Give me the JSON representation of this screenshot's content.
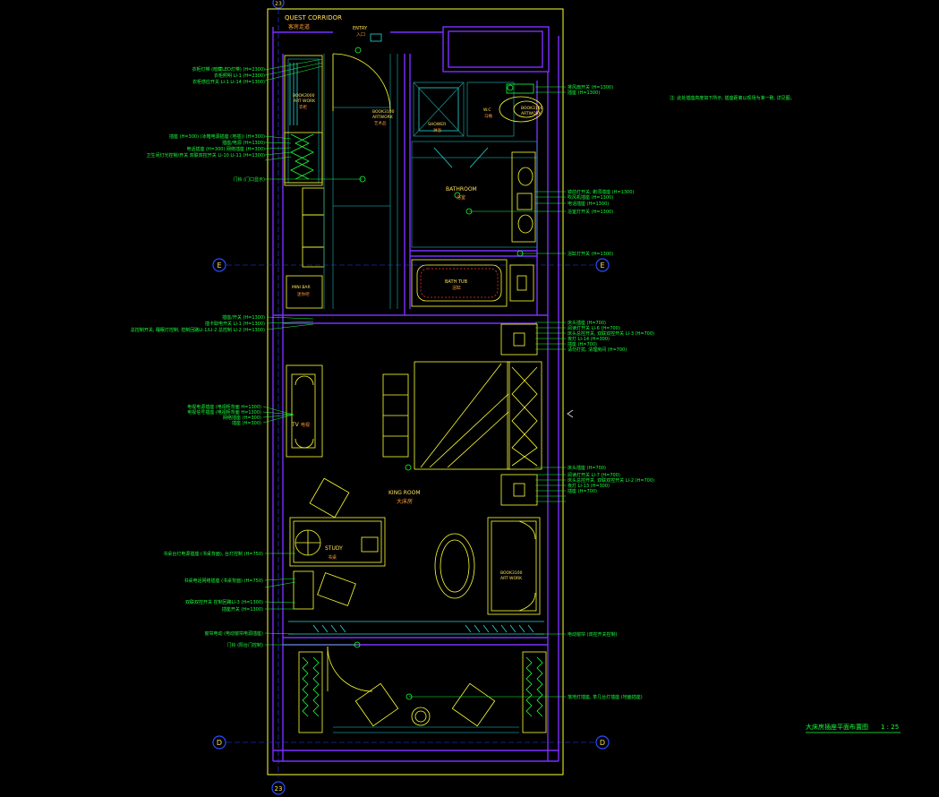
{
  "colors": {
    "background": "#000000",
    "wall": "#7a2fff",
    "furniture": "#ffff33",
    "annotation": "#19ff3c",
    "grid_axis": "#1f3fff",
    "label": "#ffe05a",
    "teal": "#148a8a",
    "cyan": "#2ad6d6",
    "red": "#ff3030"
  },
  "rooms": {
    "guest_corridor_en": "QUEST CORRIDOR",
    "guest_corridor_cn": "客房走道",
    "entry_en": "ENTRY",
    "entry_cn": "入口",
    "wardrobe_en": "BOOK3000",
    "wardrobe_sub": "ART WORK",
    "wardrobe_cn": "衣柜",
    "artwork1_en": "BOOK3100",
    "artwork1_sub": "ARTWORK",
    "artwork1_cn": "艺术品",
    "shower_en": "SHOWER",
    "shower_cn": "淋浴",
    "wc_en": "W.C",
    "wc_cn": "马桶",
    "artwork2_en": "BOOK3100",
    "artwork2_sub": "ARTWORK",
    "bathroom_en": "BATHROOM",
    "bathroom_cn": "浴室",
    "bathtub_en": "BATH TUB",
    "bathtub_cn": "浴缸",
    "minibar_en": "MINI BAR",
    "minibar_cn": "迷你吧",
    "tv_en": "TV",
    "tv_cn": "电视",
    "king_en": "KING ROOM",
    "king_cn": "大床房",
    "study_en": "STUDY",
    "study_cn": "书桌",
    "artwork3_en": "BOOK3100",
    "artwork3_sub": "ART WORK"
  },
  "axes": {
    "top": "23",
    "bottom": "23",
    "e_left": "E",
    "e_right": "E",
    "d_left": "D",
    "d_right": "D"
  },
  "notes": {
    "left": [
      "衣柜灯带 (暗藏LED灯带) (H=2300)",
      "衣柜照明 LI-1 (H=2300)",
      "衣柜感应开关 LI-1 LI-14 (H=1300)",
      "插座 (H=300) (冰箱电源插座 (地插)) (H=300)",
      "插座/电源 (H=1300)",
      "电话插座 (H=300) 网络插座 (H=300)",
      "卫生间灯光控制/开关 双联双控开关 LI-10 LI-11 (H=1300)",
      "门铃 (门口显示)",
      "插座/开关 (H=1300)",
      "插卡取电开关 LI-1 (H=1300)",
      "总控制开关, 睡眠灯控制, 控制回路LI-1/LI-2 总控制 LI-2 (H=1300)",
      "电视电源插座 (电视柜背面 H=1300)",
      "电视信号插座 (电视柜背面 H=1300)",
      "网络插座 (H=300)",
      "插座 (H=300)",
      "书桌台灯电源插座 (书桌背面), 台灯控制 (H=750)",
      "书桌电话网络插座 (书桌背面) (H=750)",
      "双联双控开关 控制回路LI-3 (H=1300)",
      "插座开关 (H=1300)",
      "窗帘电动 (电动窗帘电源插座)",
      "门铃 (阳台门控制)"
    ],
    "right": [
      "排风扇开关 (H=1300)",
      "插座 (H=1300)",
      "镜前灯开关, 剃须插座 (H=1300)",
      "吹风机插座 (H=1300)",
      "电话插座 (H=1300)",
      "浴室灯开关 (H=1300)",
      "浴缸灯开关 (H=1300)",
      "床头插座 (H=700)",
      "阅读灯开关 LI-6 (H=700)",
      "床头总控开关, 双联双控开关 LI-3 (H=700)",
      "夜灯 LI-14 (H=300)",
      "插座 (H=700)",
      "请勿打扰, 清理房间 (H=700)",
      "床头插座 (H=700)",
      "阅读灯开关 LI-7 (H=700)",
      "床头总控开关, 双联双控开关 LI-2 (H=700)",
      "夜灯 LI-13 (H=300)",
      "插座 (H=700)",
      "电动窗帘 (双控开关控制)",
      "落地灯插座, 茶几台灯插座 (地面插座)"
    ],
    "top_right": "注: 此处插座高度如下所示, 插座距离以现场为准一致, 详见图。"
  },
  "drawing_title": "大床房插座平面布置图",
  "scale": "1 : 25"
}
